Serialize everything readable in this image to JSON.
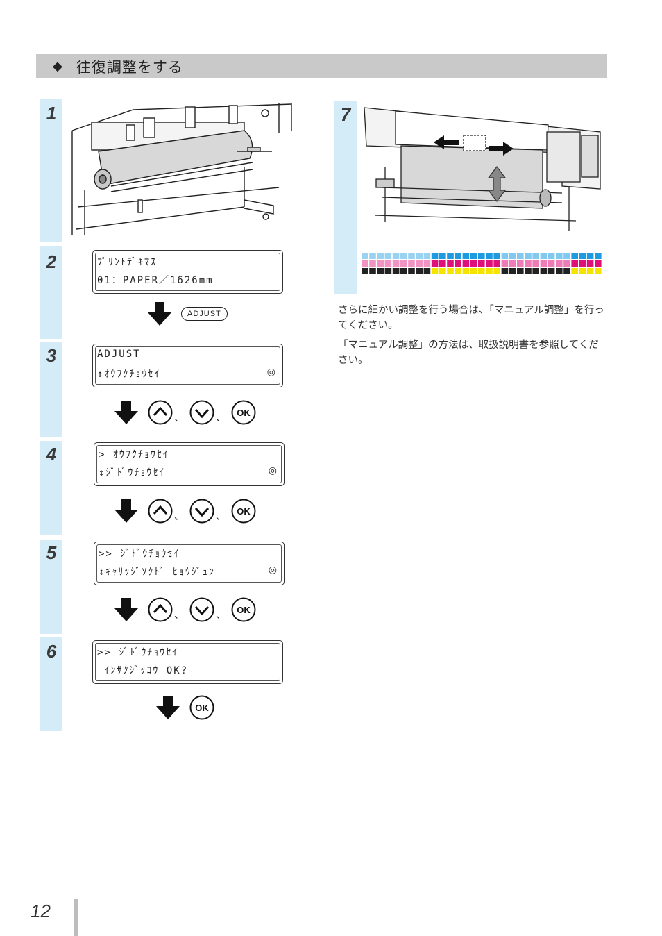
{
  "section": {
    "title": "往復調整をする"
  },
  "steps": [
    {
      "num": "1"
    },
    {
      "num": "2",
      "lcd": [
        "ﾌﾟﾘﾝﾄﾃﾞｷﾏｽ",
        "01：PAPER／1626mm"
      ],
      "key": "ADJUST"
    },
    {
      "num": "3",
      "lcd": [
        "ADJUST",
        "↕ｵｳﾌｸﾁｮｳｾｲ"
      ]
    },
    {
      "num": "4",
      "lcd": [
        "> ｵｳﾌｸﾁｮｳｾｲ",
        "↕ｼﾞﾄﾞｳﾁｮｳｾｲ"
      ]
    },
    {
      "num": "5",
      "lcd": [
        ">> ｼﾞﾄﾞｳﾁｮｳｾｲ",
        "↕ｷｬﾘｯｼﾞｿｸﾄﾞ ﾋｮｳｼﾞｭﾝ"
      ]
    },
    {
      "num": "6",
      "lcd": [
        ">> ｼﾞﾄﾞｳﾁｮｳｾｲ",
        " ｲﾝｻﾂｼﾞｯｺｳ OK?"
      ]
    },
    {
      "num": "7"
    }
  ],
  "key_separator": "、",
  "ok_label": "OK",
  "notes": [
    "さらに細かい調整を行う場合は、「マニュアル調整」を行ってください。",
    "「マニュアル調整」の方法は、取扱説明書を参照してください。"
  ],
  "page_number": "12",
  "colors": {
    "step_bg": "#d4ecf8",
    "header_bg": "#c9c9c9",
    "cyan": "#1e9be0",
    "magenta": "#e0107a",
    "yellow": "#f5e400",
    "black": "#222222"
  },
  "icons": [
    "diamond-icon",
    "down-arrow-icon",
    "up-key-icon",
    "down-key-icon",
    "ok-key-icon"
  ]
}
